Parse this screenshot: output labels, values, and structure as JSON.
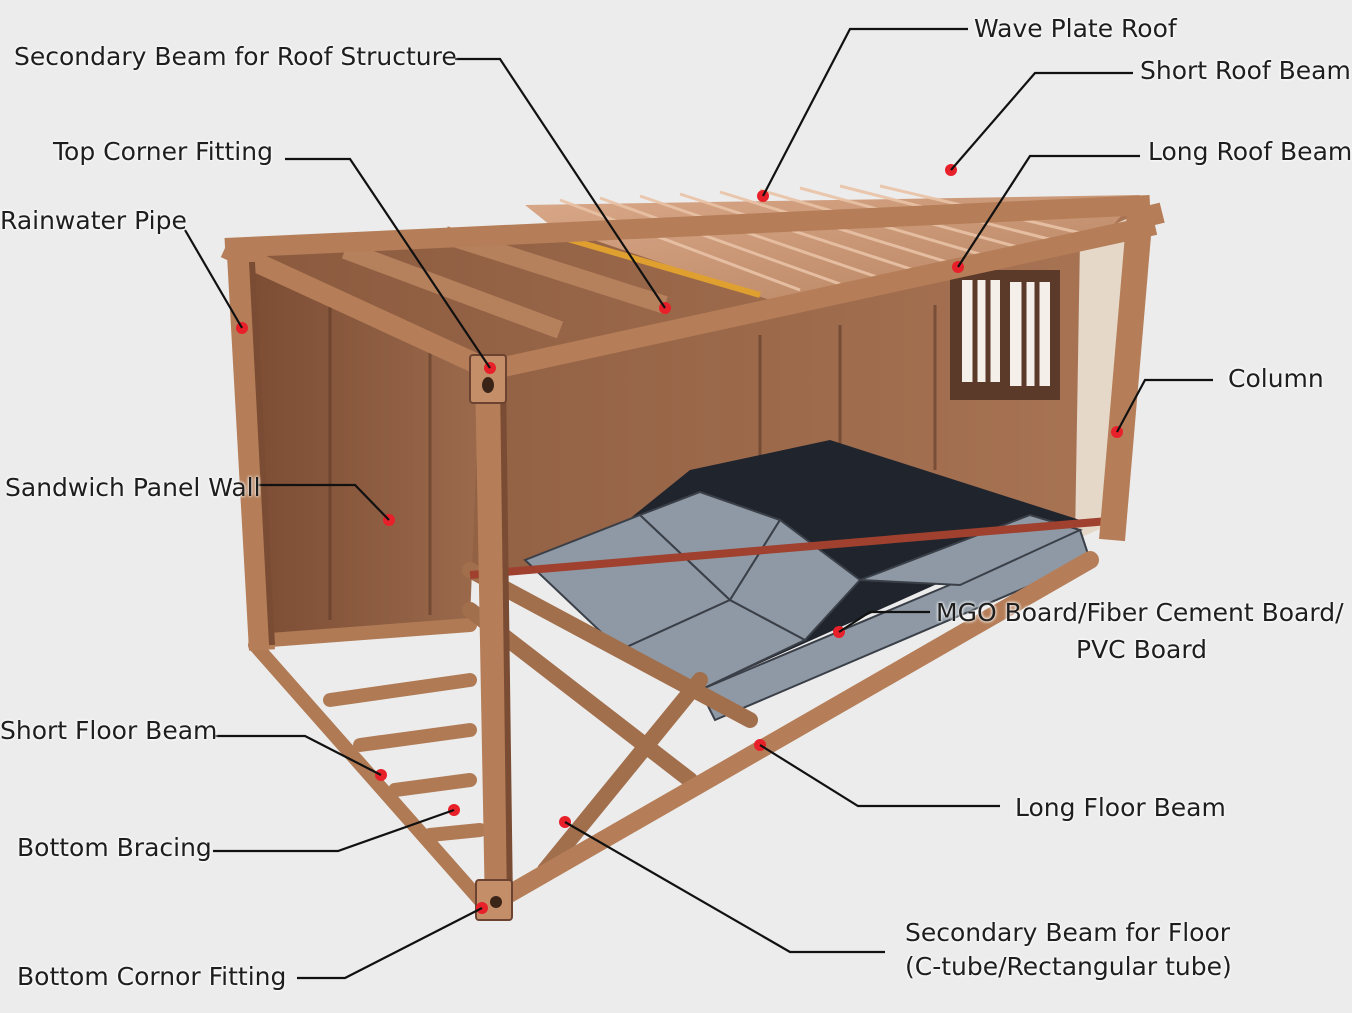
{
  "labels": {
    "wave_plate_roof": "Wave Plate Roof",
    "short_roof_beam": "Short Roof Beam",
    "long_roof_beam": "Long Roof Beam",
    "secondary_beam_roof": "Secondary Beam for Roof Structure",
    "top_corner_fitting": "Top Corner Fitting",
    "rainwater_pipe": "Rainwater Pipe",
    "column": "Column",
    "sandwich_panel_wall": "Sandwich Panel Wall",
    "floor_board_line1": "MGO Board/Fiber Cement Board/",
    "floor_board_line2": "PVC Board",
    "short_floor_beam": "Short Floor Beam",
    "long_floor_beam": "Long Floor Beam",
    "bottom_bracing": "Bottom Bracing",
    "secondary_beam_floor_line1": "Secondary Beam for Floor",
    "secondary_beam_floor_line2": "(C-tube/Rectangular tube)",
    "bottom_corner_fitting": "Bottom Cornor Fitting"
  },
  "colors": {
    "marker": "#e8202a",
    "frame": "#b07a55",
    "frame_dark": "#6b4330",
    "panel": "#8a5a3e",
    "floor_board": "#8f9aa6",
    "roof": "#c79472",
    "leader": "#111111"
  }
}
